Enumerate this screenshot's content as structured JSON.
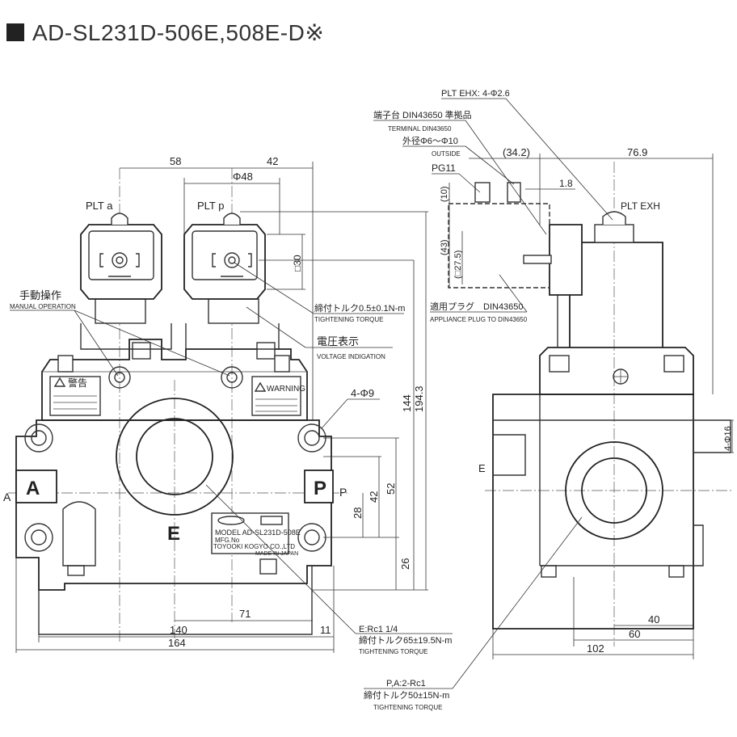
{
  "title": "AD-SL231D-506E,508E-D※",
  "ports": {
    "a_label": "A",
    "p_label": "P",
    "e_label": "E",
    "a_side": "A",
    "p_side": "P",
    "e_side": "E",
    "plt_a": "PLT a",
    "plt_p": "PLT p",
    "plt_exh": "PLT EXH"
  },
  "dimensions": {
    "d58": "58",
    "d42_top": "42",
    "d48": "Φ48",
    "d30": "□30",
    "d144": "144",
    "d194_3": "194.3",
    "d4_9": "4-Φ9",
    "d52": "52",
    "d42_side": "42",
    "d28": "28",
    "d26": "26",
    "d71": "71",
    "d140": "140",
    "d11": "11",
    "d164": "164",
    "d34_2": "(34.2)",
    "d76_9": "76.9",
    "d1_8": "1.8",
    "d10": "(10)",
    "d43": "(43)",
    "d27_5": "(□27.5)",
    "d4_16": "4-Φ16",
    "d40": "40",
    "d60": "60",
    "d102": "102"
  },
  "callouts": {
    "plt_ehx": "PLT EHX: 4-Φ2.6",
    "terminal_jp": "端子台 DIN43650 準拠品",
    "terminal_en": "TERMINAL DIN43650",
    "outside_jp": "外径Φ6～Φ10",
    "outside_en": "OUTSIDE",
    "pg11": "PG11",
    "manual_jp": "手動操作",
    "manual_en": "MANUAL OPERATION",
    "torque1_jp": "締付トルク0.5±0.1N-m",
    "torque1_en": "TIGHTENING TORQUE",
    "voltage_jp": "電圧表示",
    "voltage_en": "VOLTAGE INDIGATION",
    "plug_jp": "適用プラグ　DIN43650",
    "plug_en": "APPLIANCE PLUG TO DIN43650",
    "e_port": "E:Rc1 1/4",
    "torque2_jp": "締付トルク65±19.5N-m",
    "torque2_en": "TIGHTENING TORQUE",
    "pa_port": "P,A:2-Rc1",
    "torque3_jp": "締付トルク50±15N-m",
    "torque3_en": "TIGHTENING TORQUE"
  },
  "labels": {
    "warning_jp": "警告",
    "warning_en": "WARNING",
    "model": "MODEL AD-SL231D-508E",
    "mfg": "MFG.No",
    "maker": "TOYOOKI KOGYO CO.,LTD",
    "made": "MADE IN JAPAN"
  }
}
